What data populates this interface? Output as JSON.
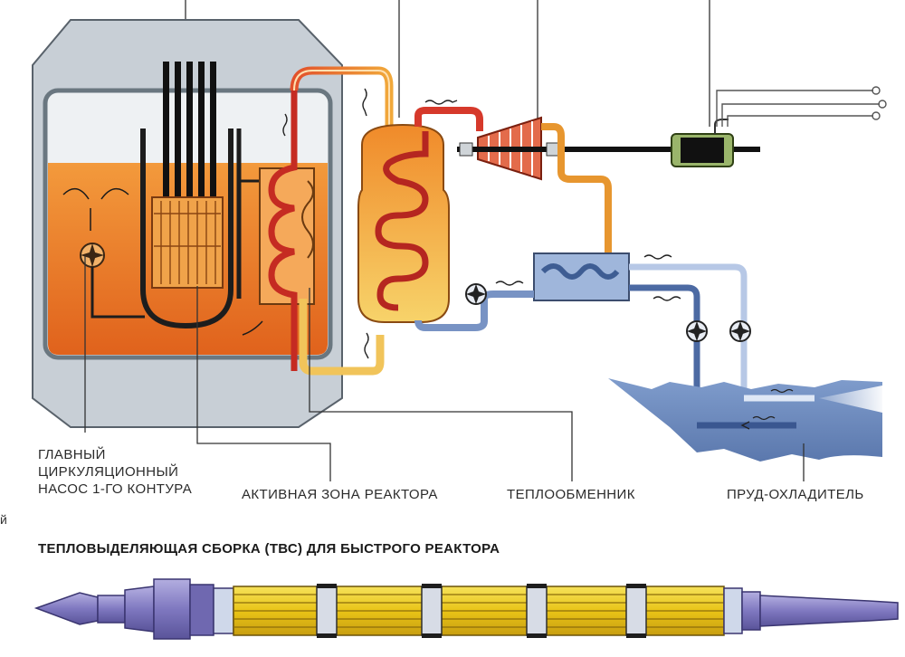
{
  "labels": {
    "pump_line1": "ГЛАВНЫЙ",
    "pump_line2": "ЦИРКУЛЯЦИОННЫЙ",
    "pump_line3": "НАСОС 1-ГО КОНТУРА",
    "core": "АКТИВНАЯ ЗОНА РЕАКТОРА",
    "heat_exchanger": "ТЕПЛООБМЕННИК",
    "cooling_pond": "ПРУД-ОХЛАДИТЕЛЬ",
    "edge_fragment": "й"
  },
  "fuel_assembly": {
    "title": "ТЕПЛОВЫДЕЛЯЮЩАЯ СБОРКА (ТВС) ДЛЯ БЫСТРОГО РЕАКТОРА"
  },
  "colors": {
    "vessel": "#c9d0d6",
    "coolant_hot": "#e8782a",
    "primary_pipe": "#d8342a",
    "steam_gen": "#f2a23a",
    "cold_pipe": "#5a79a8",
    "water": "#6f8cc0",
    "fuel": "#f1d21f",
    "metal": "#8a82c4"
  }
}
